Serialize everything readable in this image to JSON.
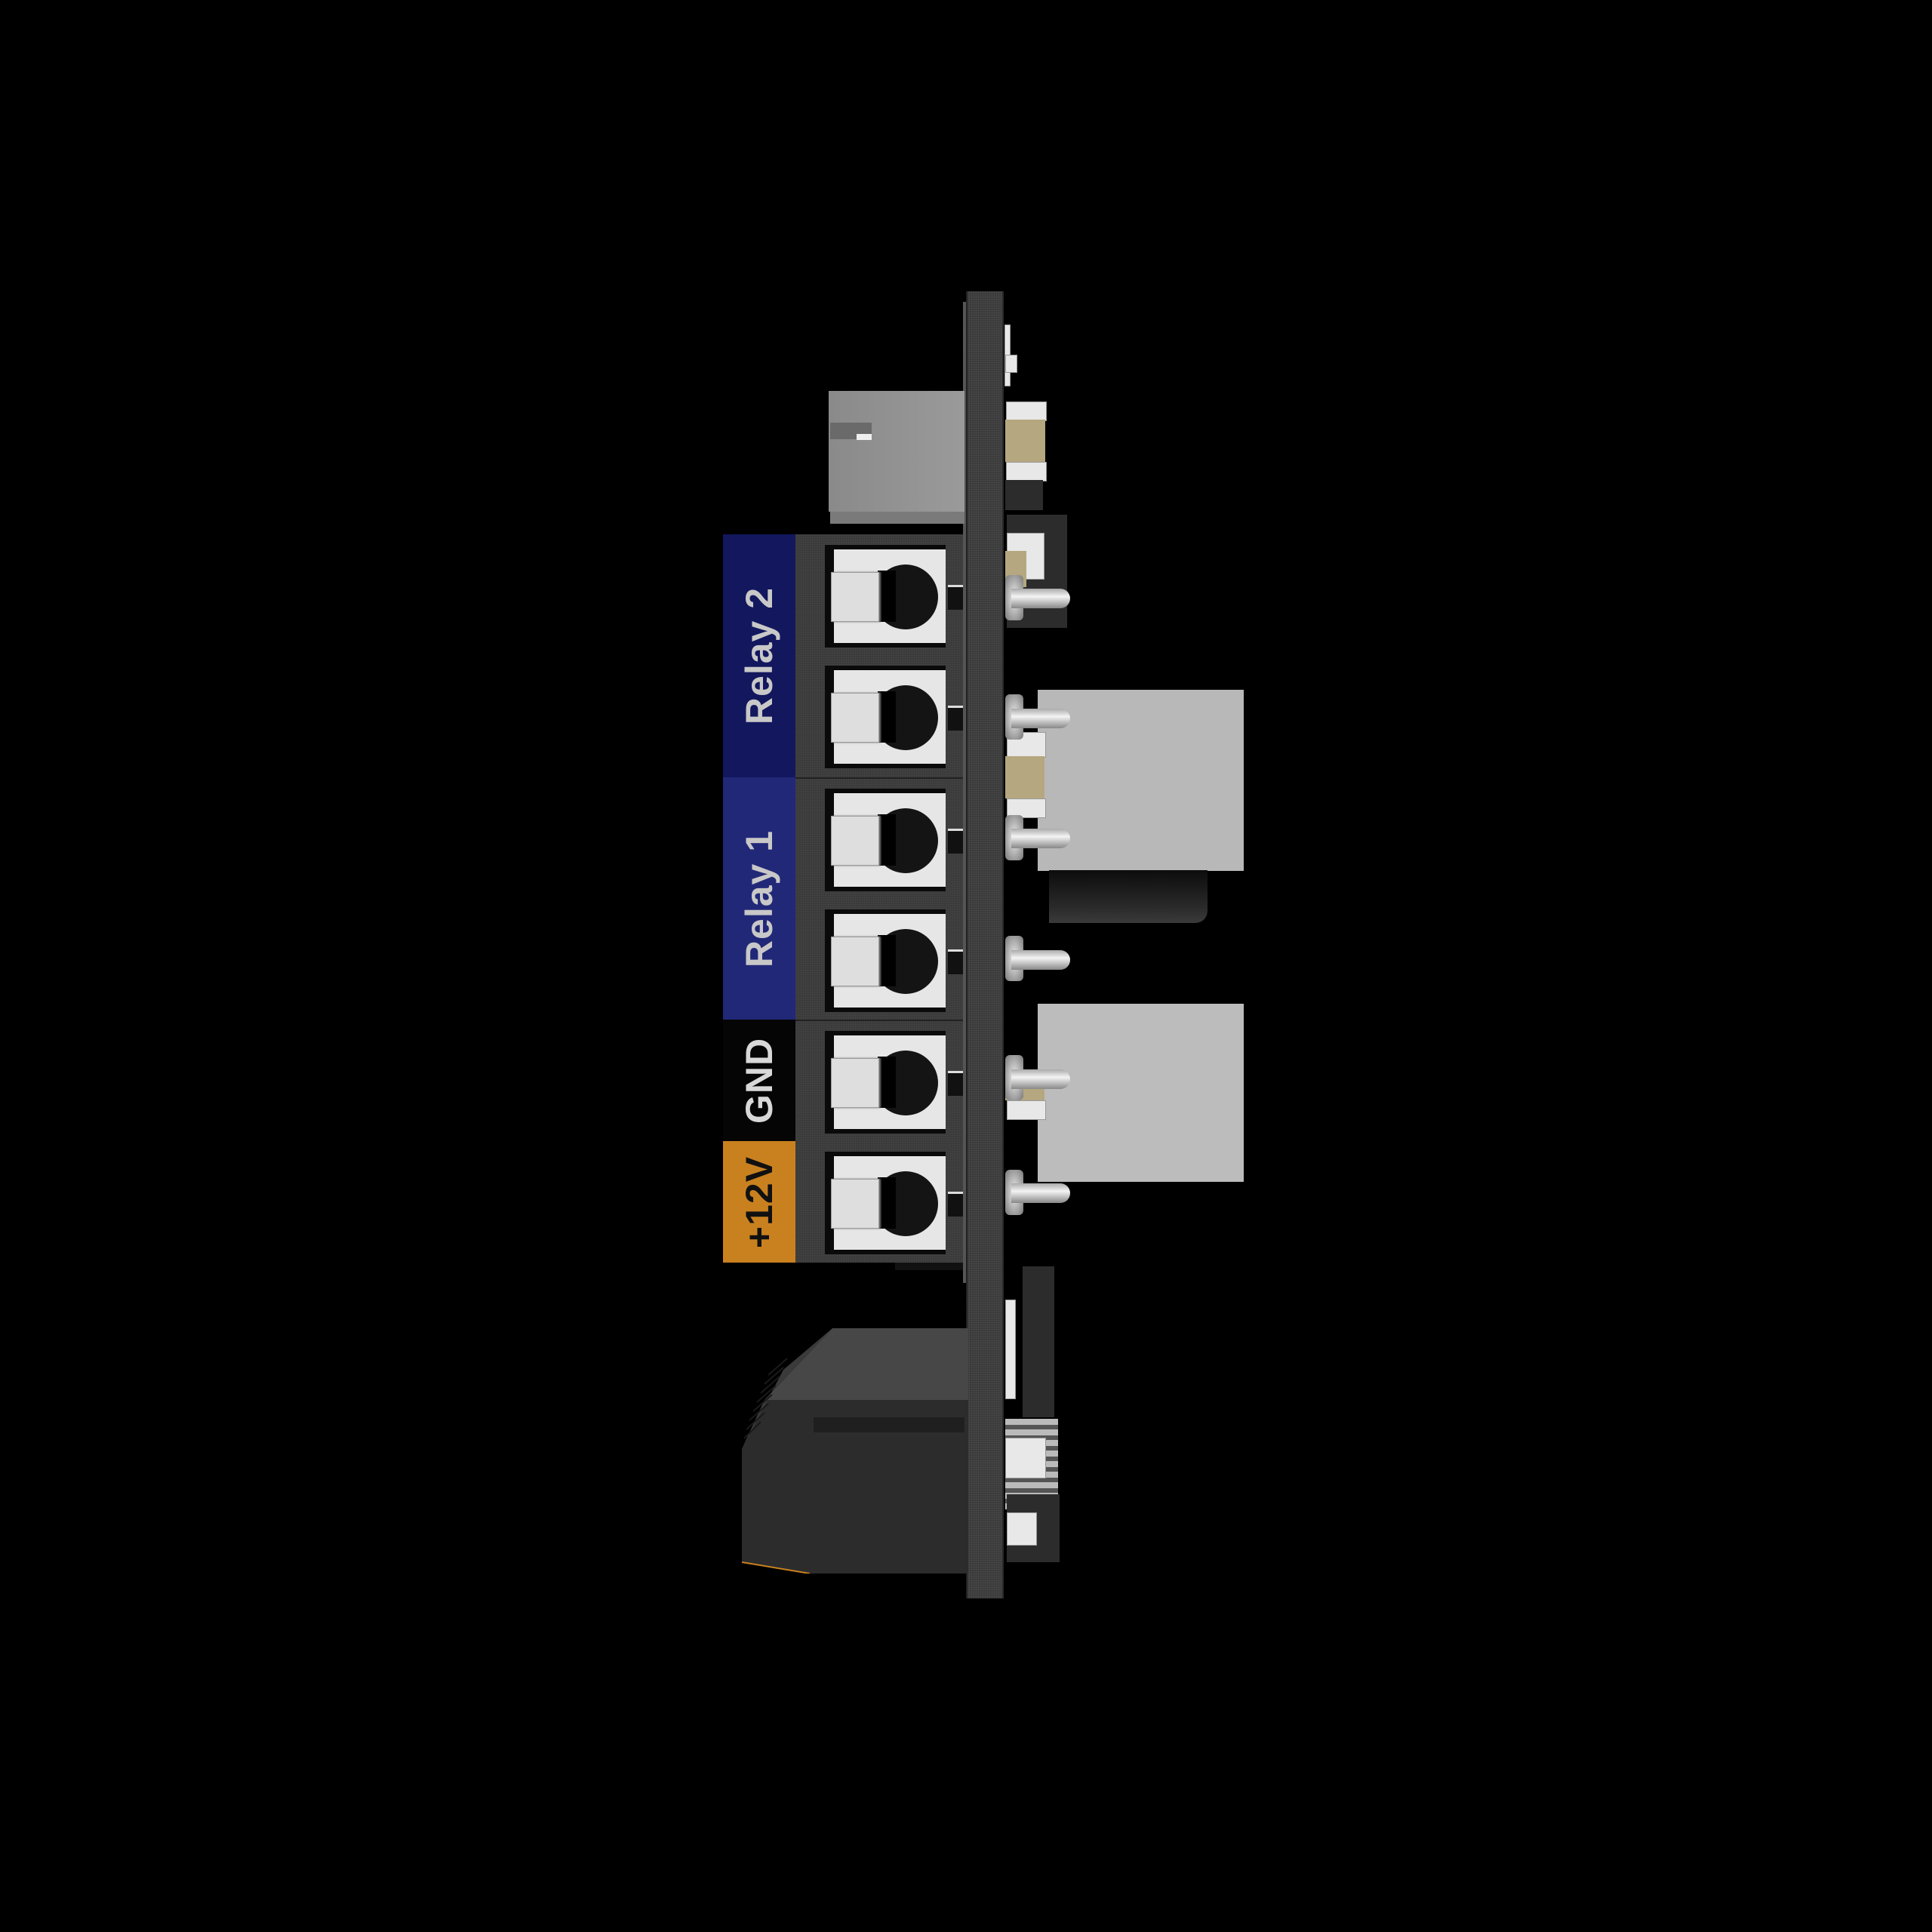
{
  "scene": {
    "description": "Side view render of a Eurorack-style module with front panel, screw-less terminal block and rear PCB components",
    "background_color": "#000000"
  },
  "terminal_labels": [
    {
      "id": "relay2",
      "text": "Relay 2",
      "color": "#12175e",
      "text_color": "#c8c8c8"
    },
    {
      "id": "relay1",
      "text": "Relay 1",
      "color": "#222878",
      "text_color": "#c8c8c8"
    },
    {
      "id": "gnd",
      "text": "GND",
      "color": "#050505",
      "text_color": "#d8d8d8"
    },
    {
      "id": "v12",
      "text": "+12V",
      "color": "#c9811f",
      "text_color": "#111111"
    }
  ],
  "terminal_block": {
    "positions": 6,
    "body_color": "#3a3a3a",
    "lever_color": "#e6e6e6"
  },
  "components": {
    "front_panel_color": "#3a3a3a",
    "rear_connectors": 2,
    "jacks": 6,
    "capacitor": 1,
    "top_connector": 1,
    "bottom_housing": 1
  }
}
